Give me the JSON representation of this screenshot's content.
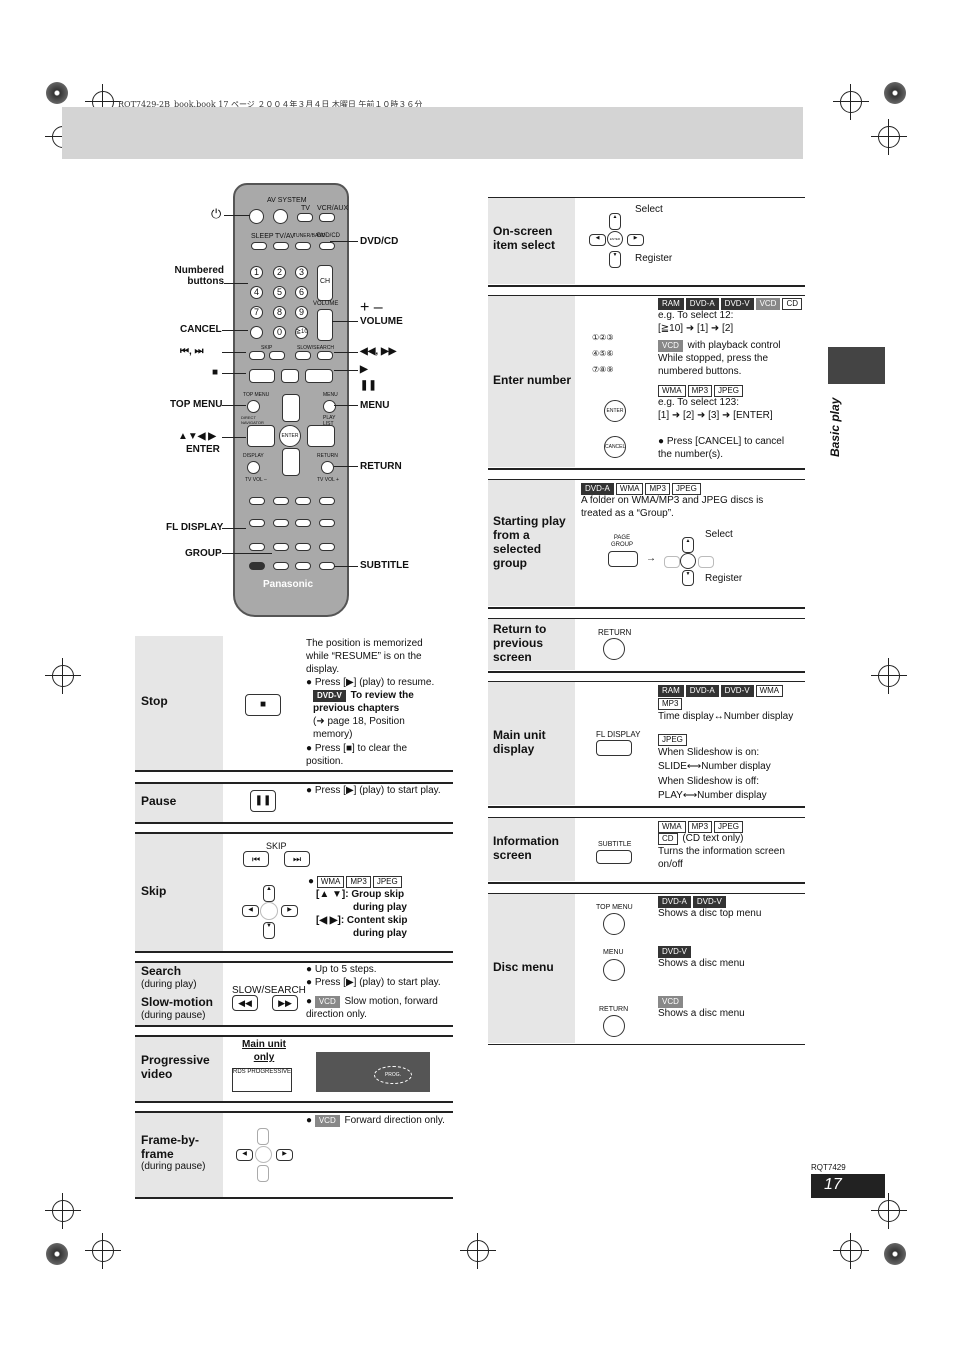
{
  "header": {
    "file_info": "RQT7429-2B_book.book  17 ページ  ２００４年３月４日  木曜日  午前１０時３６分"
  },
  "side_tab": "Basic play",
  "footer": {
    "doc_code": "RQT7429",
    "page_number": "17"
  },
  "remote": {
    "top_labels": [
      "AV SYSTEM",
      "TV",
      "VCR/AUX"
    ],
    "row2": [
      "SLEEP",
      "TV/AV",
      "TUNER/BAND",
      "DVD/CD"
    ],
    "digits": [
      "1",
      "2",
      "3",
      "4",
      "5",
      "6",
      "7",
      "8",
      "9",
      "0",
      "≧10"
    ],
    "ch": "CH",
    "volume": "VOLUME",
    "skip": "SKIP",
    "slow_search": "SLOW/SEARCH",
    "top_menu": "TOP MENU",
    "menu": "MENU",
    "direct_navigator": "DIRECT NAVIGATOR",
    "playlist": "PLAY LIST",
    "enter": "ENTER",
    "display": "DISPLAY",
    "return": "RETURN",
    "tv_vol_minus": "TV VOL –",
    "tv_vol_plus": "TV VOL +",
    "brand": "Panasonic",
    "callouts": {
      "dvd_cd": "DVD/CD",
      "numbered": "Numbered buttons",
      "cancel": "CANCEL",
      "volume": "VOLUME",
      "skip": "⏮, ⏭",
      "search": "◀◀, ▶▶",
      "stop": "■",
      "play": "▶",
      "pause": "❚❚",
      "top_menu": "TOP MENU",
      "menu": "MENU",
      "arrows": "▲▼◀ ▶",
      "enter": "ENTER",
      "return": "RETURN",
      "fl_display": "FL DISPLAY",
      "group": "GROUP",
      "subtitle": "SUBTITLE",
      "power": "⏻",
      "vol_plus_minus": "+ –"
    }
  },
  "left_sections": {
    "stop": {
      "label": "Stop",
      "text": [
        "The position is memorized while “RESUME” is on the display.",
        "Press [▶] (play) to resume.",
        "To review the previous chapters",
        "(➜ page 18, Position memory)",
        "Press [■] to clear the position."
      ],
      "tag": "DVD-V"
    },
    "pause": {
      "label": "Pause",
      "text": "Press [▶] (play) to start play."
    },
    "skip": {
      "label": "Skip",
      "skip_label": "SKIP",
      "tags": [
        "WMA",
        "MP3",
        "JPEG"
      ],
      "group_skip": "[▲ ▼]: Group skip",
      "group_skip2": "during play",
      "content_skip": "[◀ ▶]: Content skip",
      "content_skip2": "during play"
    },
    "search": {
      "label": "Search",
      "label_sub": "(during play)",
      "label2": "Slow-motion",
      "label2_sub": "(during pause)",
      "btn_label": "SLOW/SEARCH",
      "text1": "Up to 5 steps.",
      "text2": "Press [▶] (play) to start play.",
      "tag": "VCD",
      "text3": "Slow motion, forward direction only."
    },
    "progressive": {
      "label": "Progressive video",
      "main_unit": "Main unit only",
      "btn_label": "RDS PROGRESSIVE",
      "display_text": "PROG."
    },
    "frame": {
      "label": "Frame-by-frame",
      "label_sub": "(during pause)",
      "tag": "VCD",
      "text": "Forward direction only."
    }
  },
  "right_sections": {
    "onscreen": {
      "label": "On-screen item select",
      "select": "Select",
      "register": "Register",
      "enter": "ENTER"
    },
    "enter_number": {
      "label": "Enter number",
      "tags1": [
        "RAM",
        "DVD-A",
        "DVD-V",
        "VCD",
        "CD"
      ],
      "eg1": "e.g. To select 12:",
      "eg1b": "[≧10] ➜ [1] ➜ [2]",
      "vcd_tag": "VCD",
      "vcd_text": "with playback control",
      "vcd_text2": "While stopped, press the numbered buttons.",
      "tags2": [
        "WMA",
        "MP3",
        "JPEG"
      ],
      "eg2": "e.g. To select 123:",
      "eg2b": "[1] ➜ [2] ➜ [3] ➜ [ENTER]",
      "cancel_text": "Press [CANCEL] to cancel the number(s).",
      "enter_btn": "ENTER",
      "cancel_btn": "CANCEL"
    },
    "group": {
      "label": "Starting play from a selected group",
      "tags": [
        "DVD-A",
        "WMA",
        "MP3",
        "JPEG"
      ],
      "text": "A folder on WMA/MP3 and JPEG discs is treated as a “Group”.",
      "btn_label": "PAGE GROUP",
      "select": "Select",
      "register": "Register"
    },
    "return": {
      "label": "Return to previous screen",
      "btn_label": "RETURN"
    },
    "main_display": {
      "label": "Main unit display",
      "tags": [
        "RAM",
        "DVD-A",
        "DVD-V",
        "WMA",
        "MP3"
      ],
      "text1": "Time display↔Number display",
      "jpeg_tag": "JPEG",
      "text2": "When Slideshow is on:",
      "text3": "SLIDE⟷Number display",
      "text4": "When Slideshow is off:",
      "text5": "PLAY⟷Number display",
      "btn_label": "FL DISPLAY"
    },
    "info": {
      "label": "Information screen",
      "tags": [
        "WMA",
        "MP3",
        "JPEG"
      ],
      "cd_tag": "CD",
      "cd_text": "(CD text only)",
      "text": "Turns the information screen on/off",
      "btn_label": "SUBTITLE"
    },
    "disc_menu": {
      "label": "Disc menu",
      "top_menu": "TOP MENU",
      "menu": "MENU",
      "return": "RETURN",
      "tags1": [
        "DVD-A",
        "DVD-V"
      ],
      "text1": "Shows a disc top menu",
      "tag2": "DVD-V",
      "text2": "Shows a disc menu",
      "tag3": "VCD",
      "text3": "Shows a disc menu"
    }
  }
}
